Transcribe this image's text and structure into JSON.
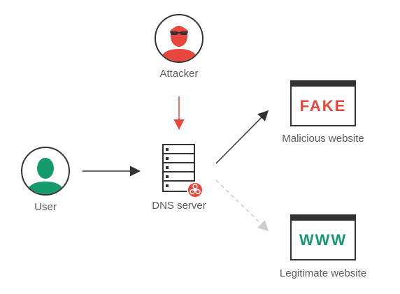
{
  "nodes": {
    "attacker": {
      "label": "Attacker"
    },
    "user": {
      "label": "User"
    },
    "dns": {
      "label": "DNS server"
    },
    "malicious": {
      "label": "Malicious website",
      "screen_text": "FAKE"
    },
    "legitimate": {
      "label": "Legitimate website",
      "screen_text": "WWW"
    }
  },
  "colors": {
    "attacker_red": "#e8473d",
    "user_green": "#159b6b",
    "fake_red": "#e8473d",
    "www_green": "#159b6b",
    "dark": "#333333",
    "dashed": "#cccccc"
  }
}
